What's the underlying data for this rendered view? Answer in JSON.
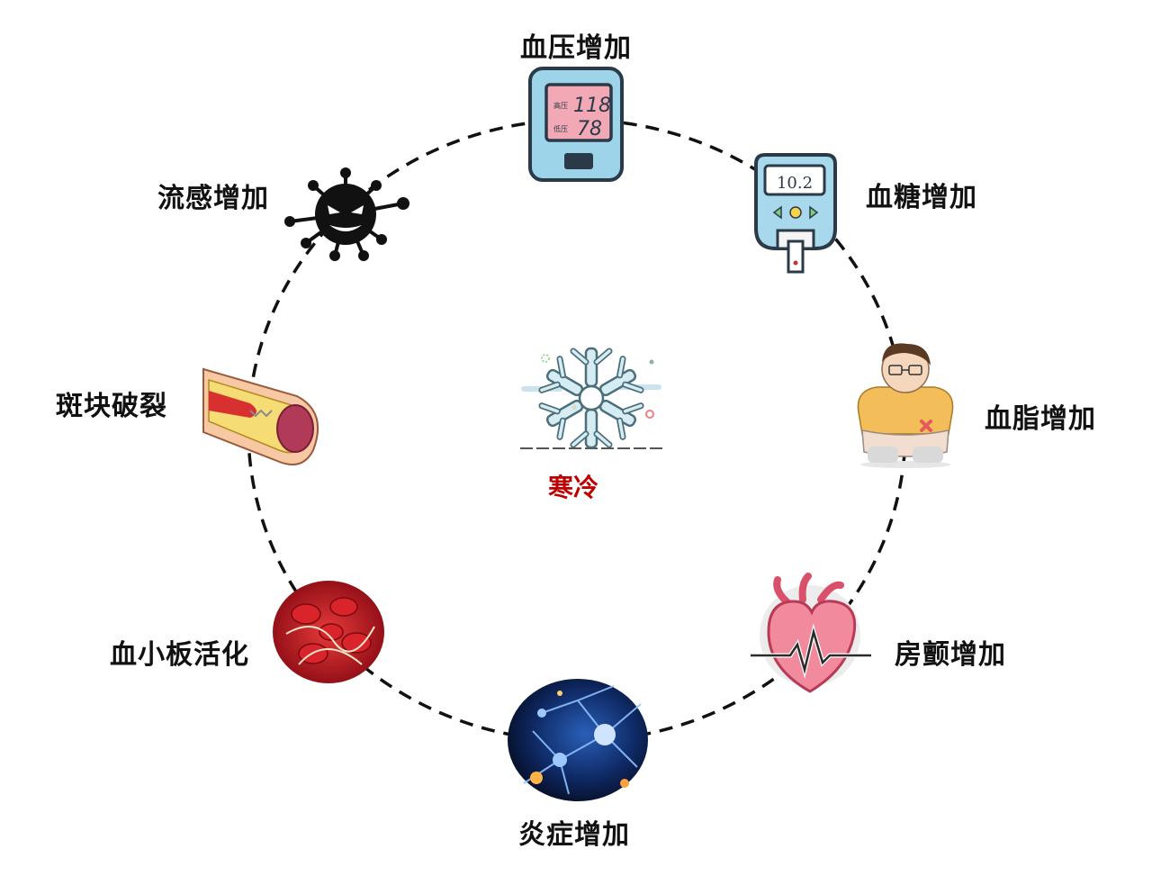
{
  "center": {
    "label": "寒冷",
    "label_color": "#c00000",
    "icon": "snowflake-icon"
  },
  "nodes": [
    {
      "id": "blood-pressure",
      "label": "血压增加",
      "icon": "blood-pressure-monitor-icon",
      "monitor": {
        "high_label": "高压",
        "high_value": "118",
        "low_label": "低压",
        "low_value": "78"
      }
    },
    {
      "id": "blood-sugar",
      "label": "血糖增加",
      "icon": "glucose-meter-icon",
      "reading": "10.2"
    },
    {
      "id": "blood-lipid",
      "label": "血脂增加",
      "icon": "overweight-man-icon"
    },
    {
      "id": "atrial-fibrillation",
      "label": "房颤增加",
      "icon": "heart-icon"
    },
    {
      "id": "inflammation",
      "label": "炎症增加",
      "icon": "neuron-network-icon"
    },
    {
      "id": "platelet",
      "label": "血小板活化",
      "icon": "blood-cells-icon"
    },
    {
      "id": "plaque",
      "label": "斑块破裂",
      "icon": "artery-plaque-icon"
    },
    {
      "id": "flu",
      "label": "流感增加",
      "icon": "virus-icon"
    }
  ],
  "colors": {
    "ring": "#111111",
    "text": "#111111",
    "accent": "#c00000"
  }
}
